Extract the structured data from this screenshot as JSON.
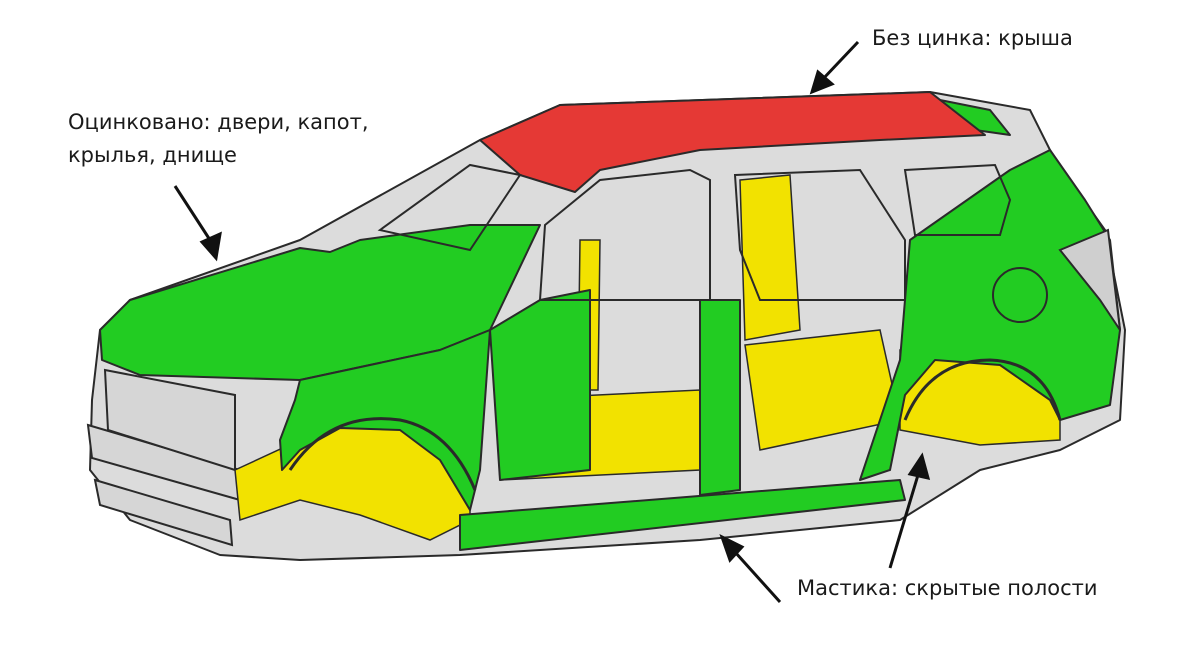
{
  "labels": {
    "roof": "Без цинка: крыша",
    "galvanized_line1": "Оцинковано: двери, капот,",
    "galvanized_line2": "крылья, днище",
    "mastic": "Мастика: скрытые полости"
  },
  "colors": {
    "galvanized": "#22cc22",
    "no_zinc": "#e53935",
    "mastic": "#f2e200",
    "bare_metal": "#dcdcdc",
    "outline": "#2a2a2a"
  }
}
